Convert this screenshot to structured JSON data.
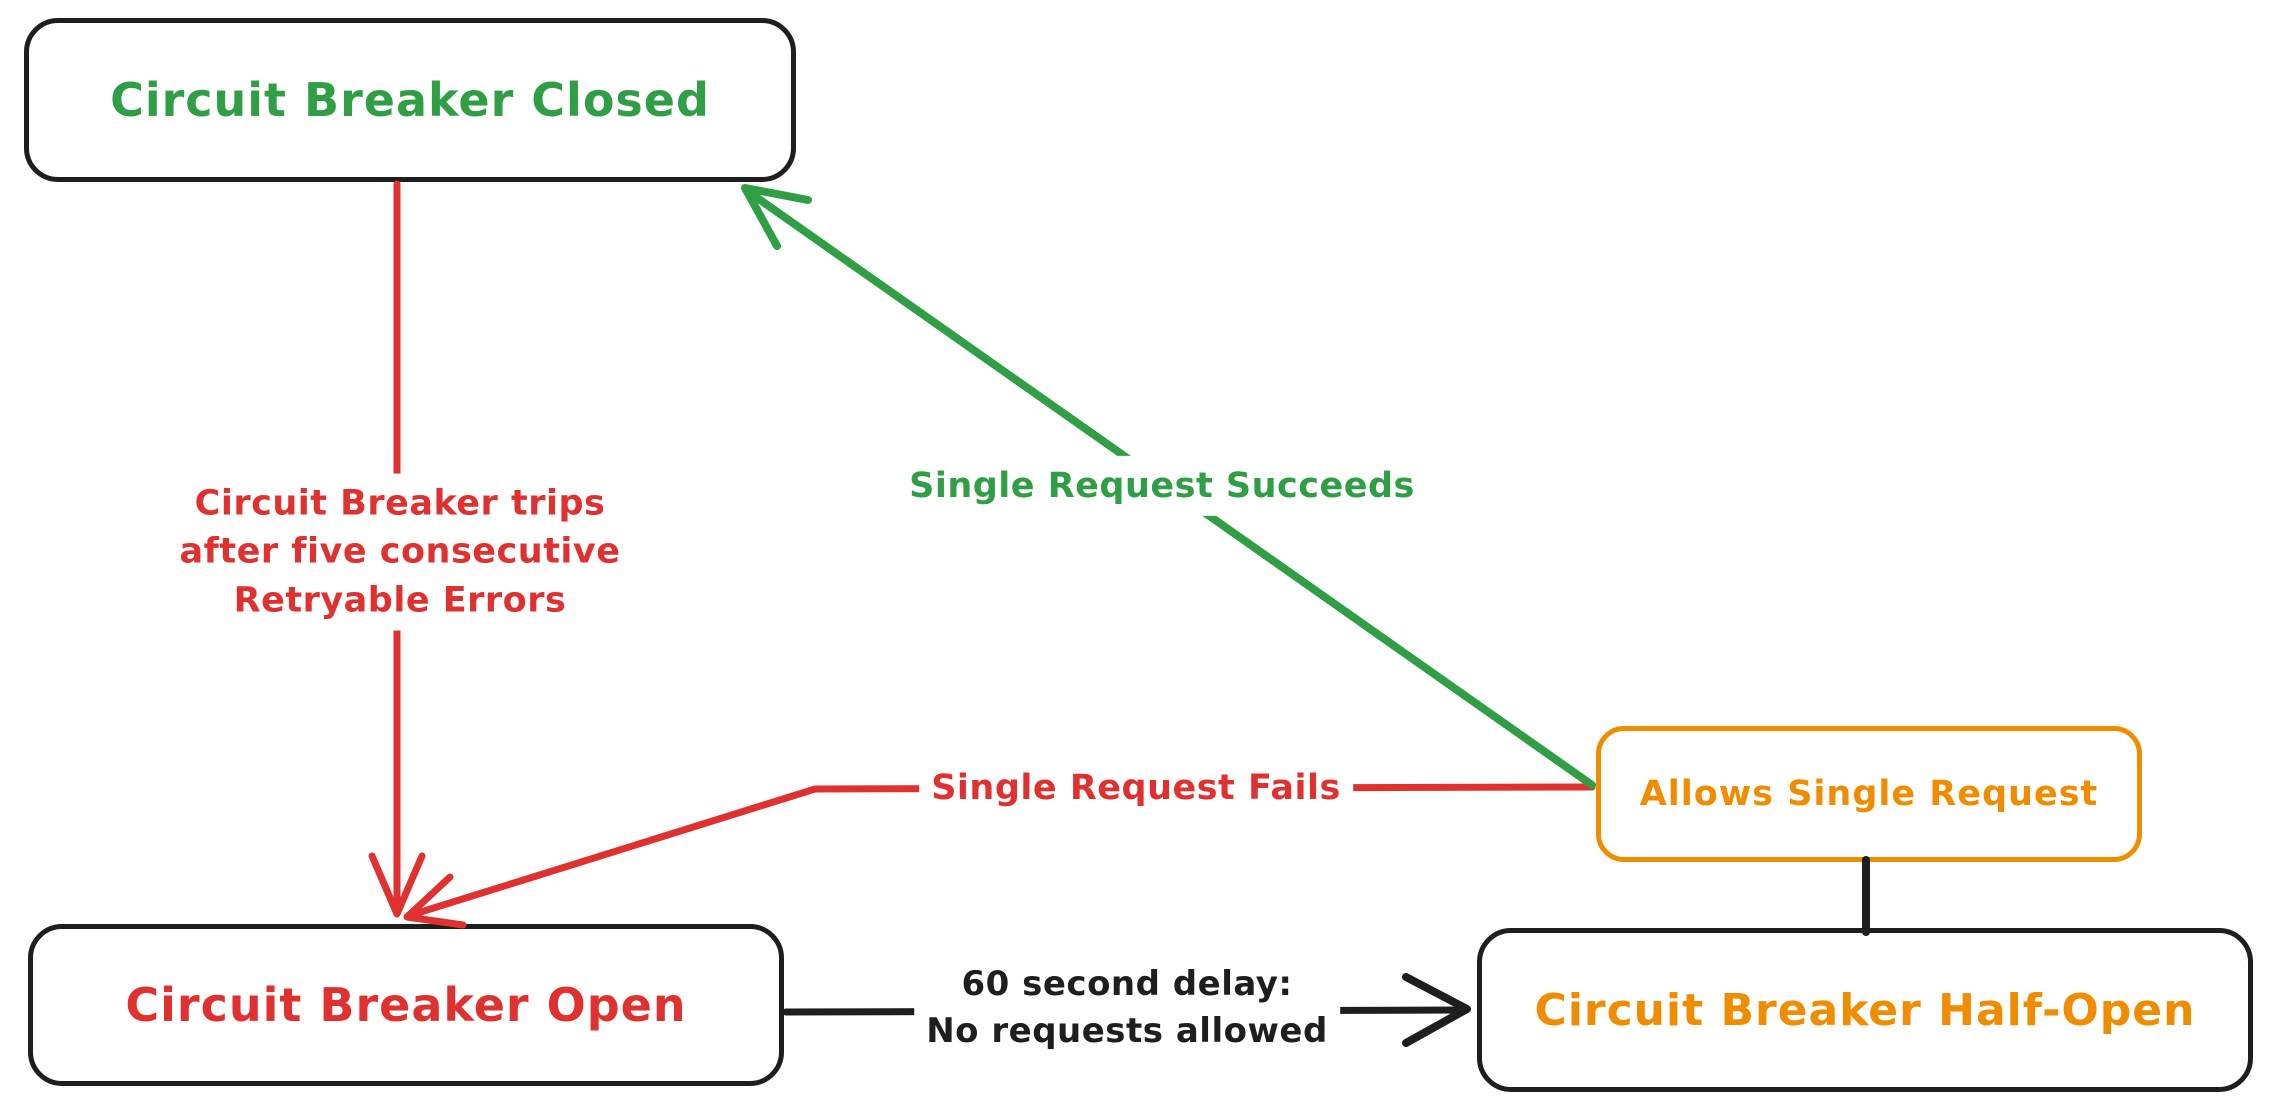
{
  "diagram": {
    "background": "#ffffff",
    "colors": {
      "green": "#2f9e44",
      "red": "#e03131",
      "orange": "#f08c00",
      "black": "#1e1e1e"
    },
    "nodes": {
      "closed": {
        "label": "Circuit Breaker Closed",
        "text_color": "#2f9e44",
        "border_color": "#1e1e1e"
      },
      "open": {
        "label": "Circuit Breaker Open",
        "text_color": "#e03131",
        "border_color": "#1e1e1e"
      },
      "half_open": {
        "label": "Circuit Breaker Half-Open",
        "text_color": "#f08c00",
        "border_color": "#1e1e1e"
      },
      "allows_single_request": {
        "label": "Allows Single Request",
        "text_color": "#f08c00",
        "border_color": "#f08c00"
      }
    },
    "edges": {
      "closed_to_open": {
        "from": "closed",
        "to": "open",
        "color": "#e03131",
        "label_lines": [
          "Circuit Breaker trips",
          "after five consecutive",
          "Retryable Errors"
        ]
      },
      "half_open_to_closed": {
        "from": "allows_single_request",
        "to": "closed",
        "color": "#2f9e44",
        "label": "Single Request Succeeds"
      },
      "half_open_to_open": {
        "from": "allows_single_request",
        "to": "open",
        "color": "#e03131",
        "label": "Single Request Fails"
      },
      "open_to_half_open": {
        "from": "open",
        "to": "half_open",
        "color": "#1e1e1e",
        "label_lines": [
          "60 second delay:",
          "No requests allowed"
        ]
      },
      "half_open_to_allows": {
        "from": "half_open",
        "to": "allows_single_request",
        "color": "#1e1e1e"
      }
    }
  }
}
